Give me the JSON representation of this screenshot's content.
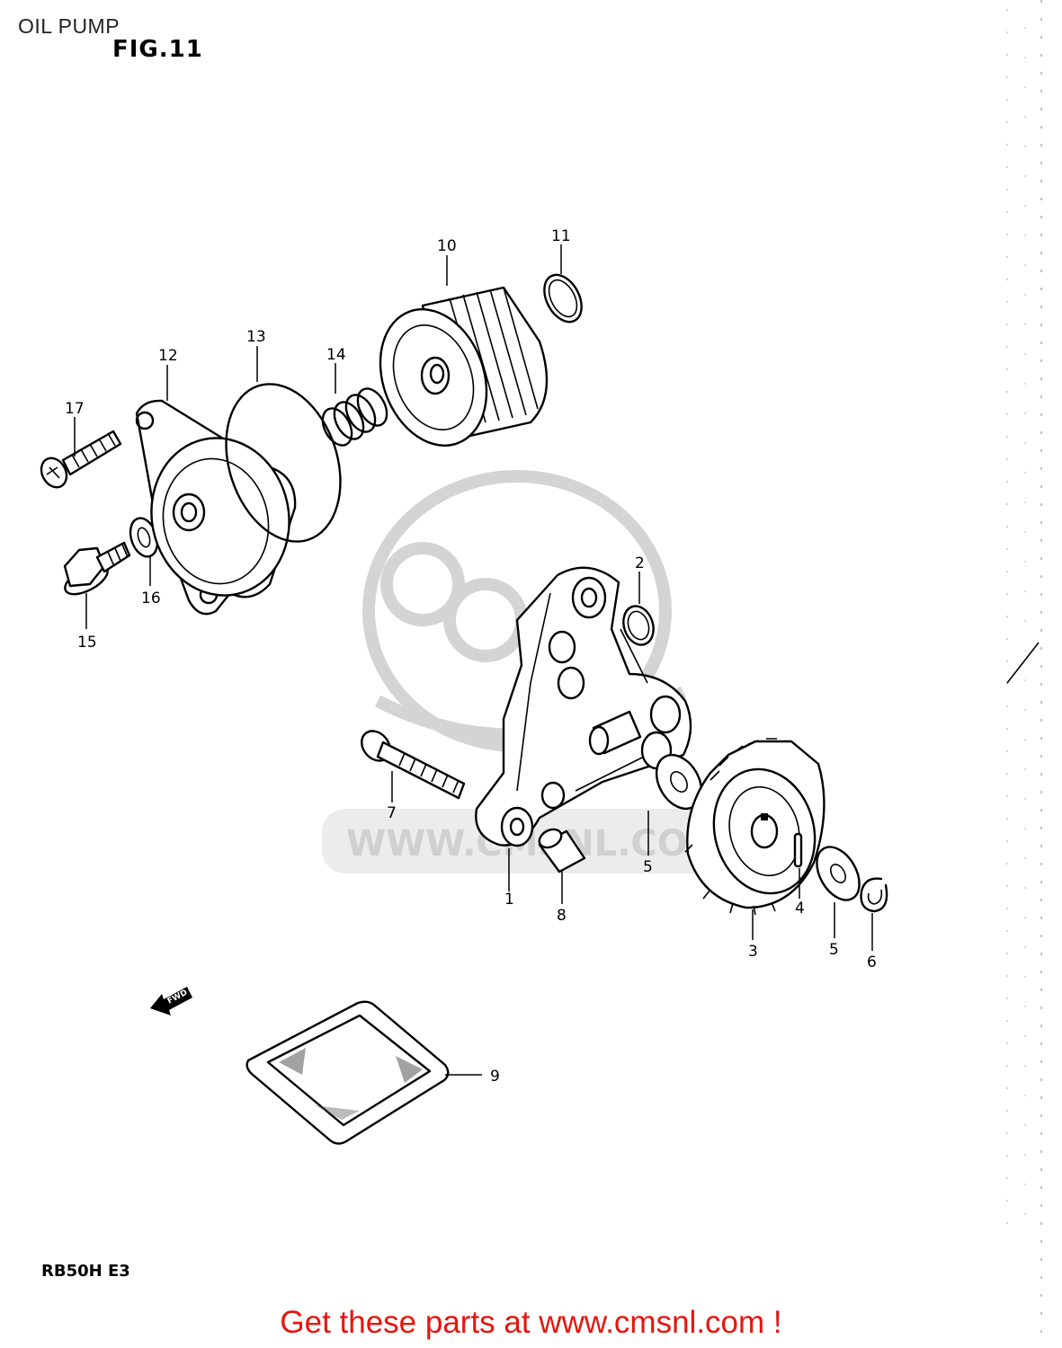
{
  "page_title": "OIL PUMP",
  "figure_label": "FIG.11",
  "model_code": "RB50H E3",
  "promo_text": "Get these parts at www.cmsnl.com !",
  "watermark_text": "WWW.CMSNL.COM",
  "fwd_label": "FWD",
  "callouts": {
    "c1": "1",
    "c2": "2",
    "c3": "3",
    "c4": "4",
    "c5a": "5",
    "c5b": "5",
    "c6": "6",
    "c7": "7",
    "c8": "8",
    "c9": "9",
    "c10": "10",
    "c11": "11",
    "c12": "12",
    "c13": "13",
    "c14": "14",
    "c15": "15",
    "c16": "16",
    "c17": "17"
  }
}
